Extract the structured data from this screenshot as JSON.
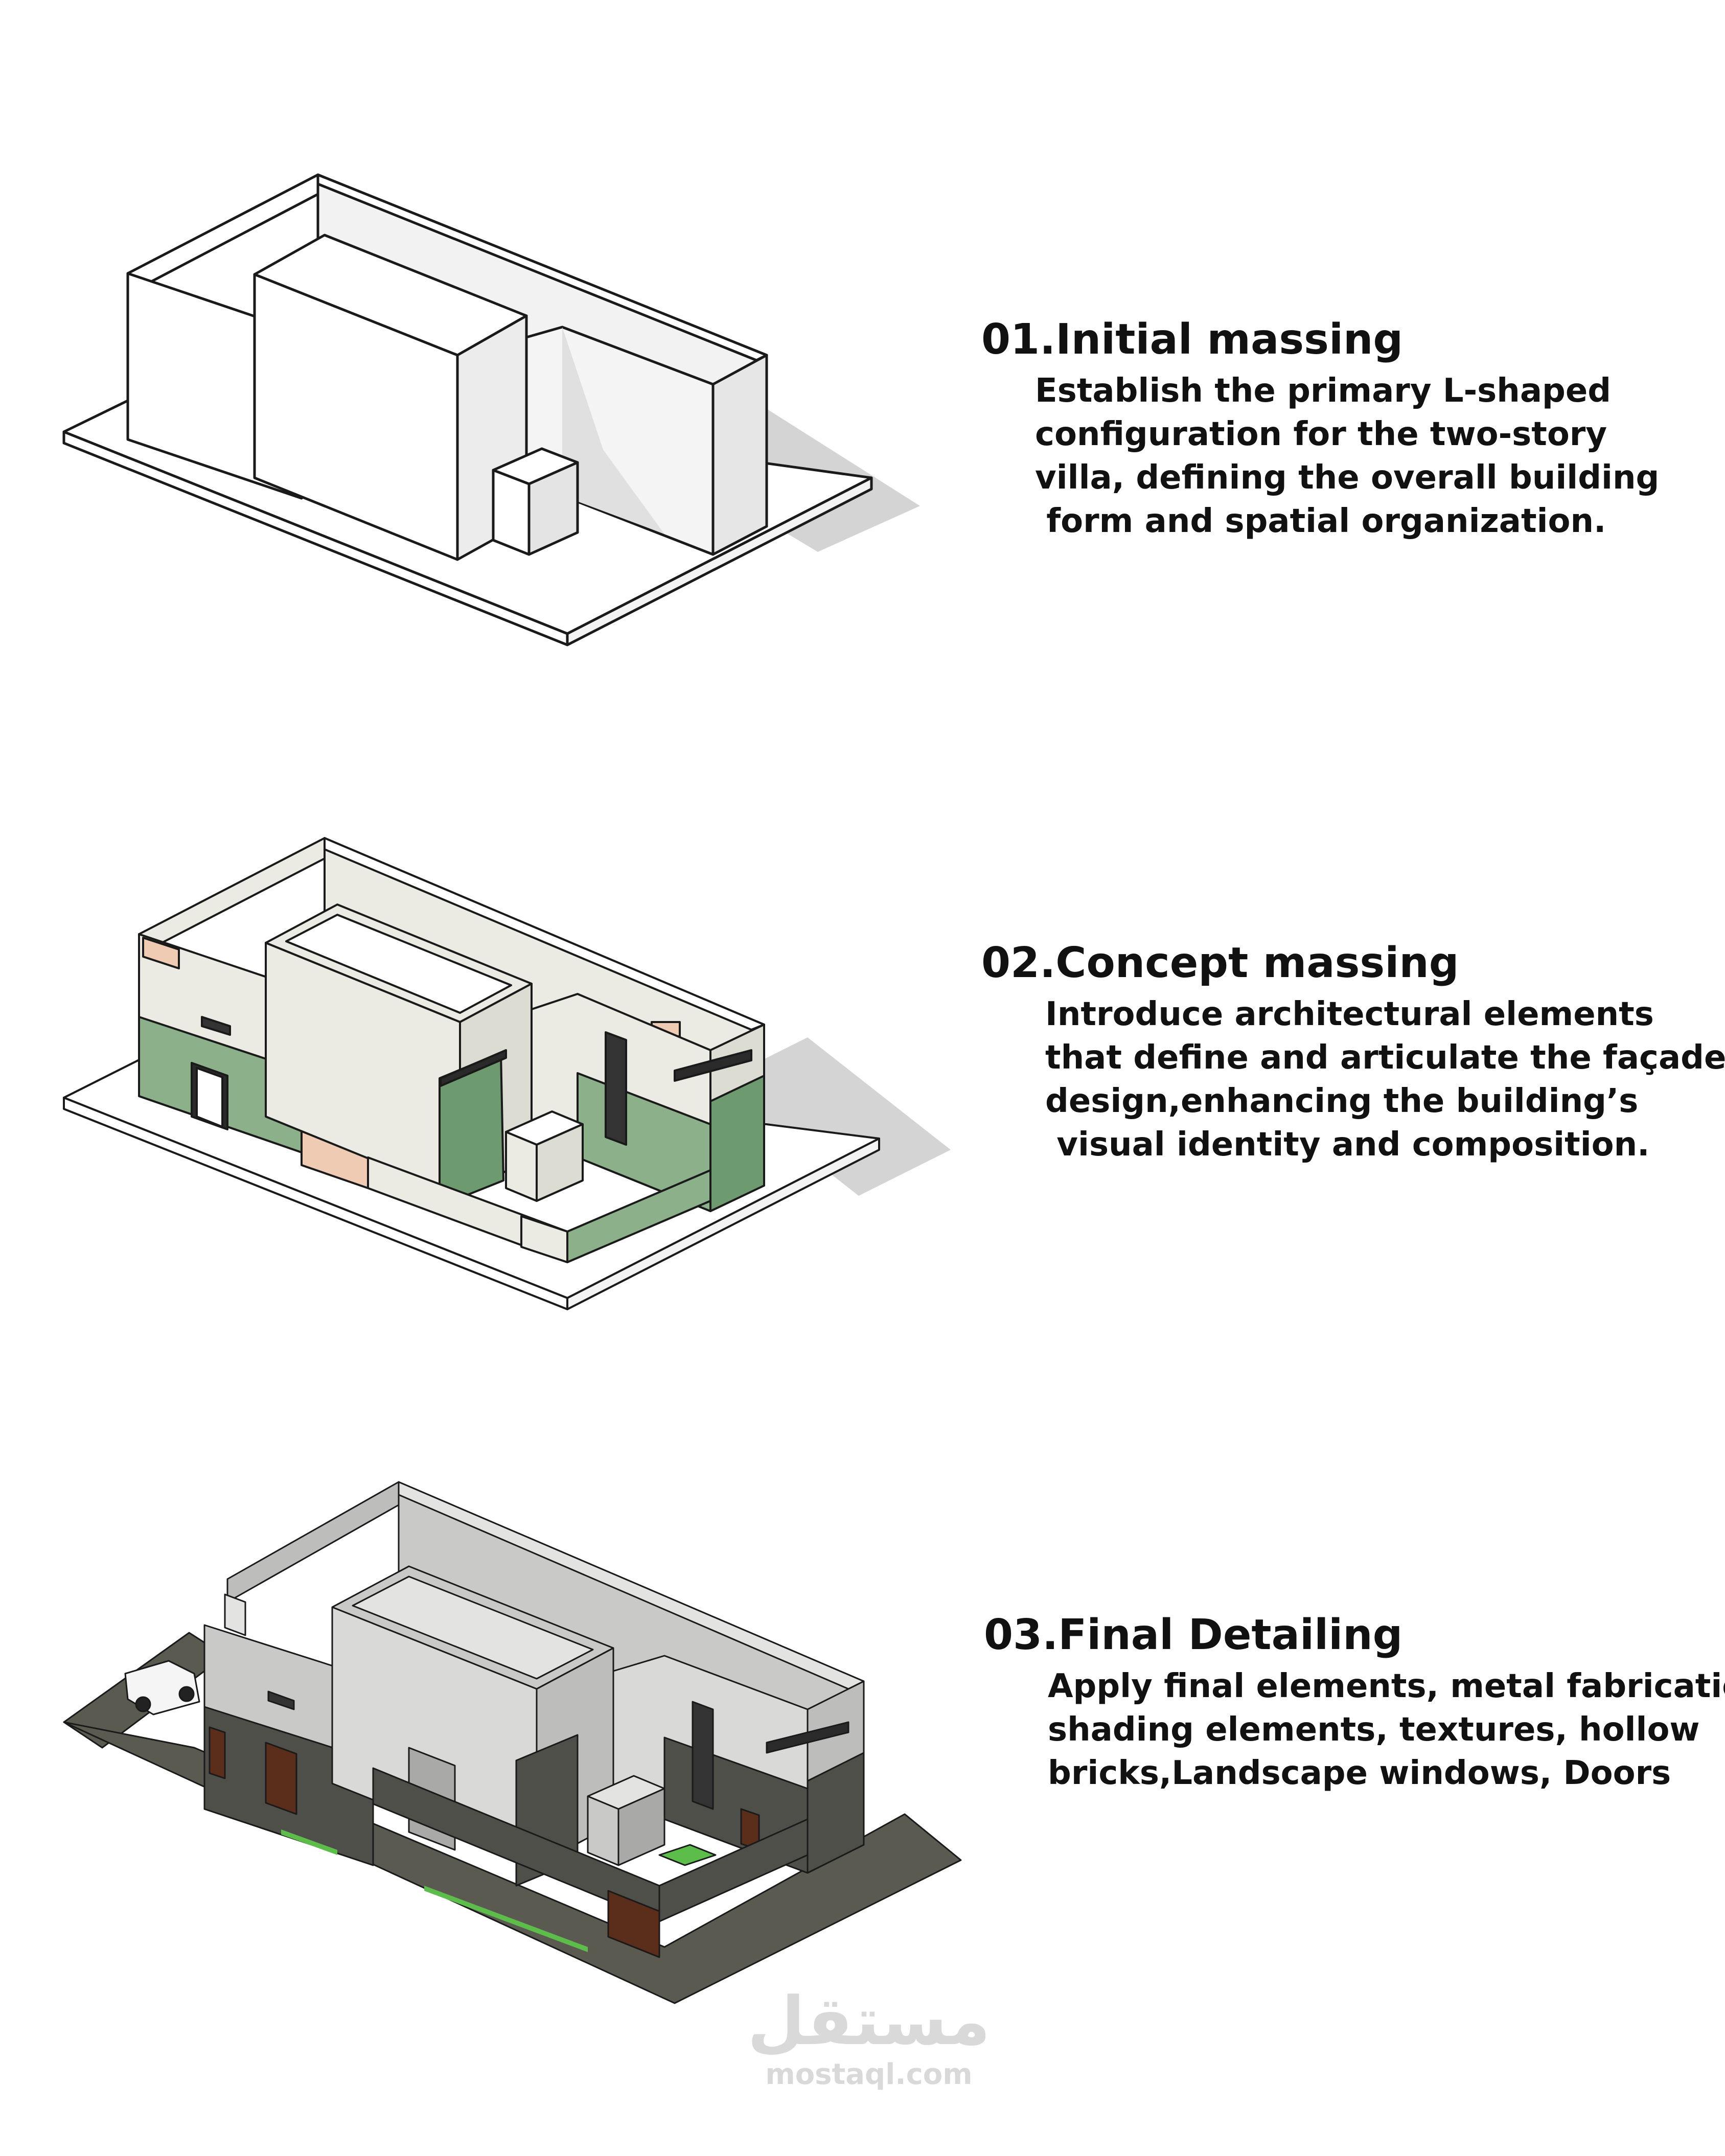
{
  "steps": [
    {
      "title": "01.Initial massing",
      "lines": [
        "Establish the primary L-shaped",
        "configuration for the two-story",
        "villa, defining the overall building",
        " form and spatial organization."
      ]
    },
    {
      "title": "02.Concept massing",
      "lines": [
        "Introduce architectural elements",
        "that define and articulate the façade",
        "design,enhancing the building’s",
        " visual identity and composition."
      ]
    },
    {
      "title": "03.Final Detailing",
      "lines": [
        "Apply final elements, metal fabrication,",
        "shading elements, textures, hollow",
        "bricks,Landscape windows, Doors"
      ]
    }
  ],
  "watermark": {
    "logo": "مستقل",
    "url": "mostaql.com"
  },
  "colors": {
    "outline": "#1a1a1a",
    "white_face": "#ffffff",
    "light_face": "#e6e6e6",
    "shadow": "#cfcfcf",
    "cream": "#ebebe3",
    "sage_green": "#8bb08a",
    "sage_green_dark": "#6e9a70",
    "peach": "#efcbb3",
    "concrete": "#c9c9c7",
    "concrete_dark": "#a9a9a7",
    "stone_dark": "#4f4f4a",
    "paving": "#5b5a50",
    "wood_door": "#5a2e1a",
    "grass": "#5dbd4a"
  },
  "icons": [
    "car-icon"
  ]
}
